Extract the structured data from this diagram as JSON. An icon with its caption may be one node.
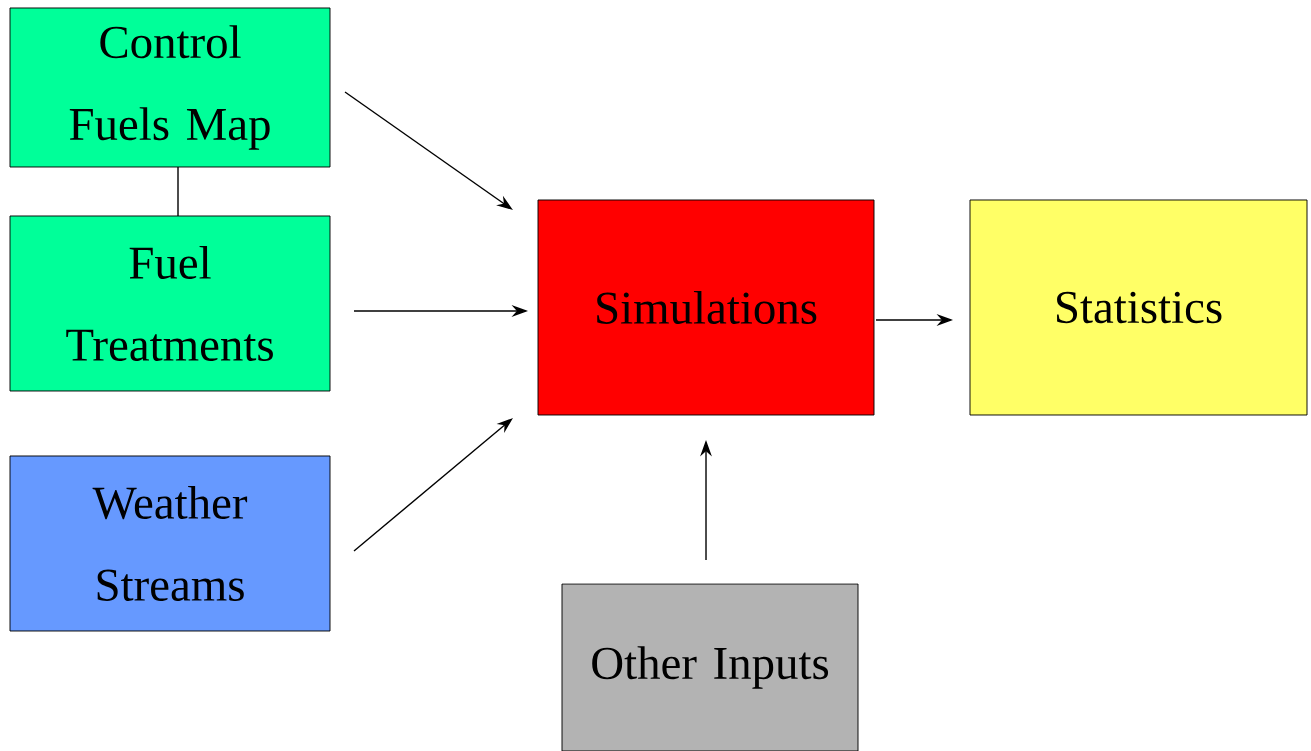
{
  "diagram": {
    "nodes": [
      {
        "text": [
          "Control Fuels Map"
        ]
      },
      {
        "text": [
          "Fuel Treatments"
        ]
      },
      {
        "text": [
          "Weather Streams"
        ]
      },
      {
        "text": [
          "Simulations"
        ]
      },
      {
        "text": [
          "Statistics"
        ]
      },
      {
        "text": [
          "Other Inputs"
        ]
      }
    ],
    "edges": [
      {
        "from": 0,
        "to": 1,
        "arrow": "none"
      },
      {
        "from": 0,
        "to": 3,
        "arrow": "to"
      },
      {
        "from": 1,
        "to": 3,
        "arrow": "to"
      },
      {
        "from": 2,
        "to": 3,
        "arrow": "to"
      },
      {
        "from": 3,
        "to": 4,
        "arrow": "to"
      },
      {
        "from": 5,
        "to": 3,
        "arrow": "to"
      }
    ]
  }
}
